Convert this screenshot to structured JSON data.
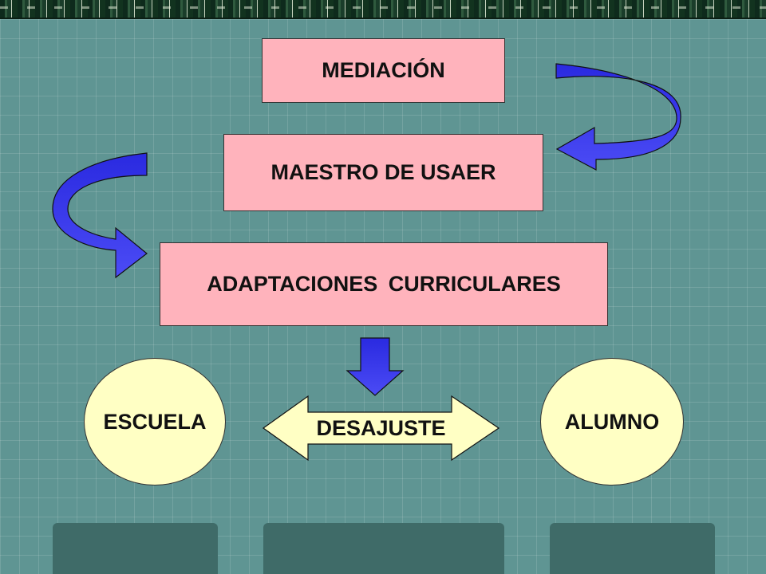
{
  "diagram": {
    "nodes": {
      "mediacion": "MEDIACIÓN",
      "maestro": "MAESTRO DE USAER",
      "adaptaciones": "ADAPTACIONES CURRICULARES",
      "escuela": "ESCUELA",
      "alumno": "ALUMNO",
      "desajuste": "DESAJUSTE"
    },
    "edges": [
      {
        "from": "mediacion",
        "to": "maestro",
        "style": "curved blue arrow"
      },
      {
        "from": "maestro",
        "to": "adaptaciones",
        "style": "curved blue arrow"
      },
      {
        "from": "adaptaciones",
        "to": "desajuste",
        "style": "down blue arrow"
      },
      {
        "between": [
          "escuela",
          "alumno"
        ],
        "style": "double-headed arrow",
        "label_node": "desajuste"
      }
    ]
  },
  "colors": {
    "background": "#5f9593",
    "box_fill": "#ffb3bc",
    "ellipse_fill": "#ffffc4",
    "arrow_blue": "#3333ee"
  }
}
